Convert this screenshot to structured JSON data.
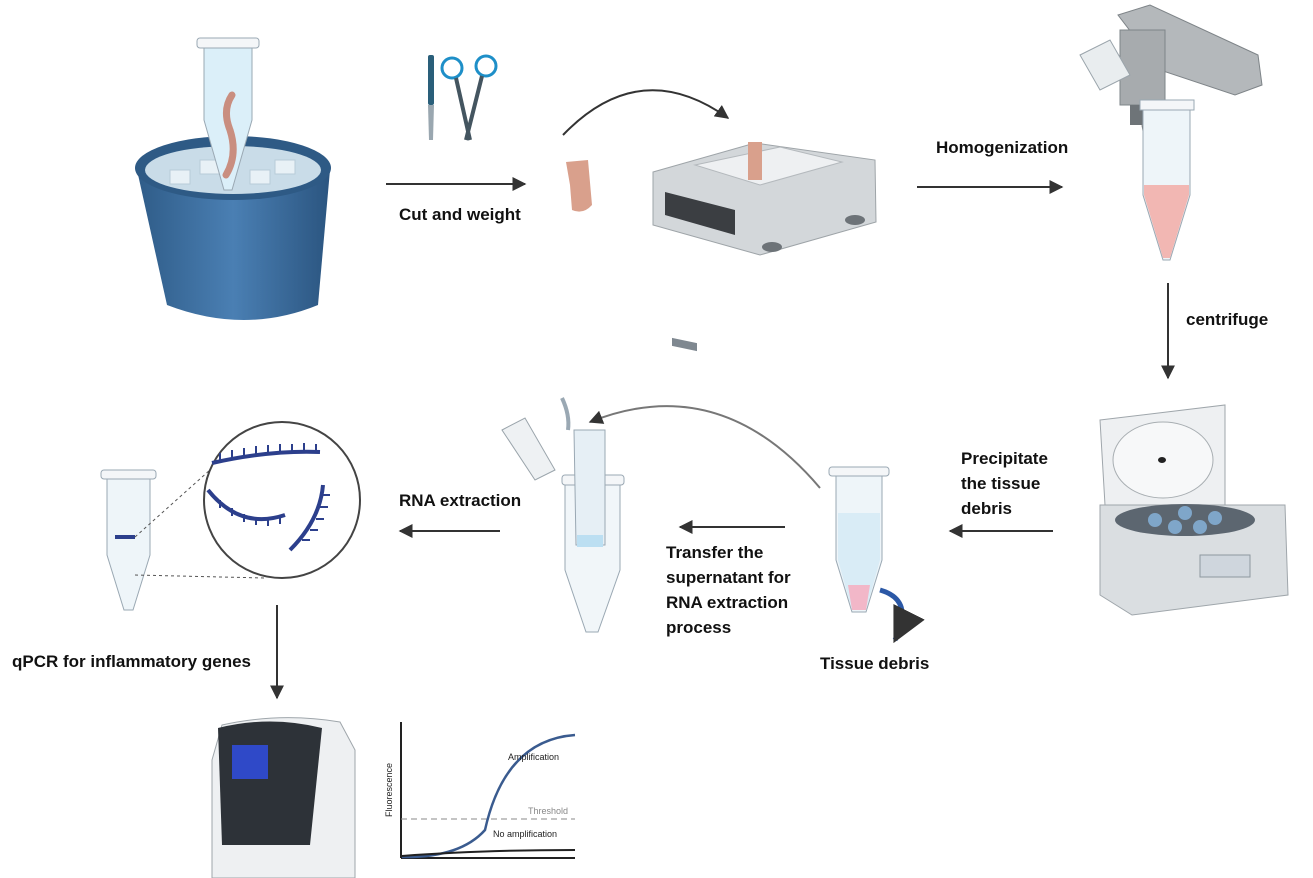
{
  "steps": {
    "cut": "Cut and weight",
    "homogenization": "Homogenization",
    "centrifuge": "centrifuge",
    "precipitate": "Precipitate the tissue debris",
    "debris": "Tissue debris",
    "transfer": "Transfer the supernatant for RNA extraction process",
    "rna": "RNA extraction",
    "qpcr": "qPCR for inflammatory genes"
  },
  "graph": {
    "ylabel": "Fluorescence",
    "amplification": "Amplification",
    "threshold": "Threshold",
    "no_amplification": "No amplification"
  },
  "colors": {
    "bucket": "#3c6e9c",
    "tissue": "#d9a08c",
    "arrow": "#333333",
    "rna": "#2c3f8c",
    "screen": "#2f49c8"
  }
}
